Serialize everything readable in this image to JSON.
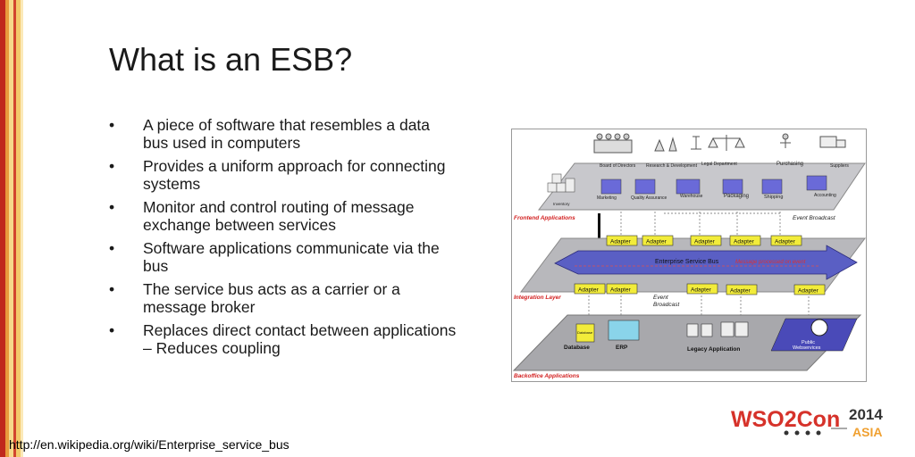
{
  "slide": {
    "title": "What is an ESB?",
    "bullets": [
      "A piece of software that resembles a data bus used in computers",
      "Provides a uniform approach for connecting systems",
      "Monitor and control routing of message exchange between services",
      "Software applications communicate via the bus",
      "The service bus acts as a carrier or a message broker",
      "Replaces direct contact between applications – Reduces coupling"
    ],
    "bullet_glyph": "•",
    "footer_url": "http://en.wikipedia.org/wiki/Enterprise_service_bus"
  },
  "diagram": {
    "top_labels": [
      "Board of Directors",
      "Research & Development",
      "Legal Department",
      "Purchasing",
      "Suppliers"
    ],
    "mid_labels": [
      "Inventory",
      "Marketing",
      "Quality Assurance",
      "Warehouse",
      "Packaging",
      "Shipping",
      "Accounting"
    ],
    "layers": {
      "frontend": "Frontend Applications",
      "integration": "Integration Layer",
      "backoffice": "Backoffice Applications"
    },
    "event_broadcast_top": "Event Broadcast",
    "event_broadcast_lines": [
      "Event",
      "Broadcast"
    ],
    "bus_label": "Enterprise Service Bus",
    "bus_note": "Message processed on event",
    "adapter_label": "Adapter",
    "backoffice_items": [
      "Database",
      "ERP",
      "Legacy Application"
    ],
    "database_box_label": "Database",
    "public_webservices": [
      "Public",
      "Webservices"
    ]
  },
  "logo": {
    "brand": "WSO2Con",
    "year": "2014",
    "region": "ASIA"
  },
  "colors": {
    "stripe_red": "#c0281c",
    "stripe_orange": "#e8a34a",
    "stripe_yellow": "#f3d27a",
    "bus_blue": "#5a5fc4",
    "adapter_yellow": "#f2ec3a",
    "layer_label_red": "#d22020",
    "logo_red": "#d6322a",
    "logo_orange": "#f0a030"
  }
}
